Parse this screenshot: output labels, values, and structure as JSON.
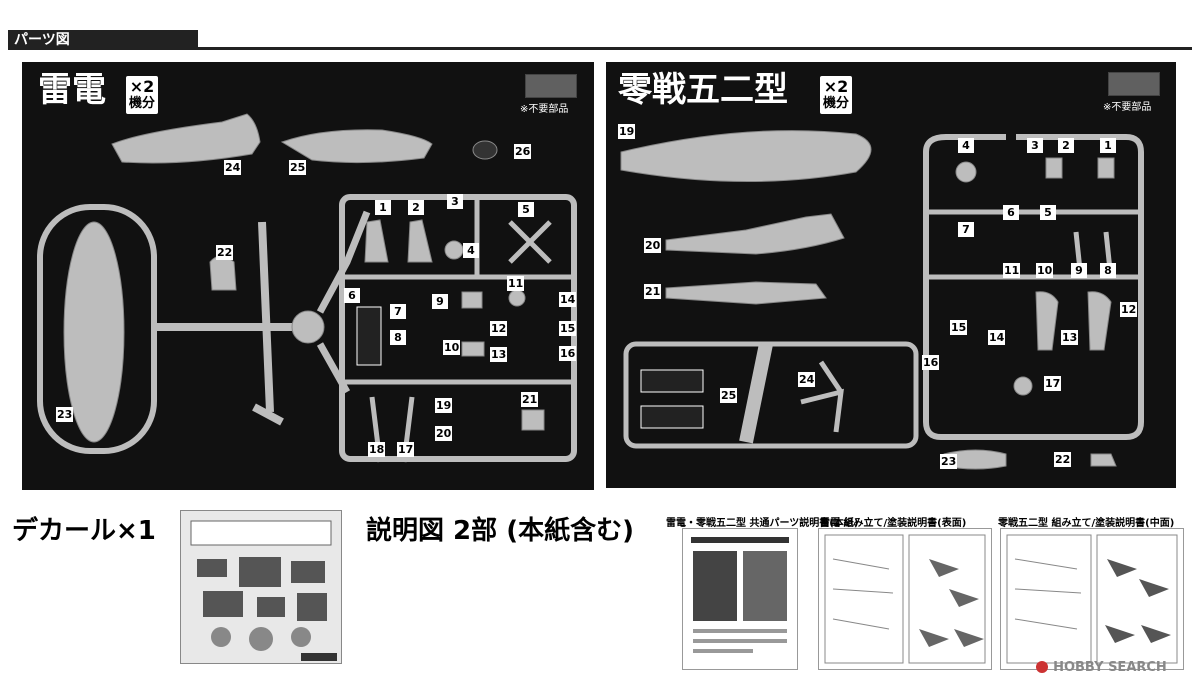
{
  "header": {
    "title": "パーツ図"
  },
  "raiden": {
    "title": "雷電",
    "multiplier": "×2",
    "sets_label": "機分",
    "unused_note": "※不要部品",
    "part_numbers": [
      "1",
      "2",
      "3",
      "4",
      "5",
      "6",
      "7",
      "8",
      "9",
      "10",
      "11",
      "12",
      "13",
      "14",
      "15",
      "16",
      "17",
      "18",
      "19",
      "20",
      "21",
      "22",
      "23",
      "24",
      "25",
      "26"
    ]
  },
  "zero": {
    "title": "零戦五二型",
    "multiplier": "×2",
    "sets_label": "機分",
    "unused_note": "※不要部品",
    "part_numbers": [
      "1",
      "2",
      "3",
      "4",
      "5",
      "6",
      "7",
      "8",
      "9",
      "10",
      "11",
      "12",
      "13",
      "14",
      "15",
      "16",
      "17",
      "19",
      "20",
      "21",
      "22",
      "23",
      "24",
      "25"
    ]
  },
  "decal": {
    "label": "デカール×1"
  },
  "manual": {
    "label": "説明図 2部 (本紙含む)"
  },
  "docs": [
    {
      "title": "雷電・零戦五二型 共通パーツ説明書(本紙)"
    },
    {
      "title": "雷電 組み立て/塗装説明書(表面)"
    },
    {
      "title": "零戦五二型 組み立て/塗装説明書(中面)"
    }
  ],
  "watermark": {
    "text": "HOBBY SEARCH"
  },
  "colors": {
    "panel": "#111111",
    "plastic": "#bdbdbd",
    "unused_swatch": "#606060"
  }
}
